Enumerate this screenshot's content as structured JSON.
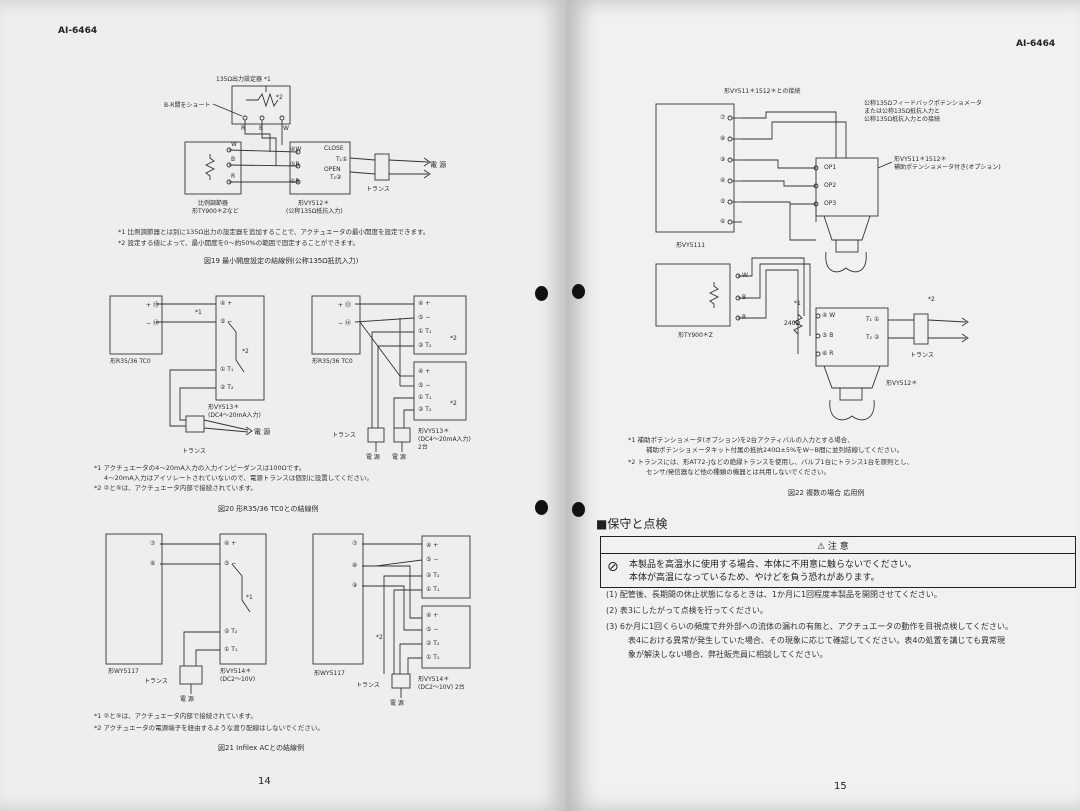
{
  "left_page": {
    "header": "AI-6464",
    "page_number": "14",
    "fig19": {
      "title_top": "135Ω出力設定器 *1",
      "short_label": "B-R間をショート",
      "star2": "*2",
      "rbw": [
        "R",
        "B",
        "W"
      ],
      "wbr": [
        "W",
        "B",
        "R"
      ],
      "close": "CLOSE",
      "open": "OPEN",
      "t1": "T₁①",
      "t2": "T₂②",
      "pins": [
        "④W",
        "⑤B",
        "⑥R"
      ],
      "power": "電 源",
      "trans": "トランス",
      "left_caption_1": "比例調節器",
      "left_caption_2": "形TY900＊Zなど",
      "right_caption_1": "形VY512＊",
      "right_caption_2": "(公称135Ω抵抗入力)",
      "note1": "*1  比例調節器とは別に135Ω出力の設定器を追加することで、アクチュエータの最小開度を設定できます。",
      "note2": "*2  設定する値によって、最小開度を0〜約50%の範囲で固定することができます。",
      "caption": "図19  最小開度設定の結線例(公称135Ω抵抗入力)"
    },
    "fig20": {
      "plus": "+ ⑬",
      "minus": "− ⑭",
      "plus_b": "+ ⑬",
      "minus_b": "− ⑭",
      "star1": "*1",
      "star2": "*2",
      "star2b": "*2",
      "star2c": "*2",
      "pin4": "④ +",
      "pin5": "⑤ −",
      "pin1": "① T₁",
      "pin2": "② T₂",
      "pin4b": "④ +",
      "pin5b": "⑤ −",
      "pin1b": "① T₁",
      "pin2b": "② T₂",
      "pin4c": "④ +",
      "pin5c": "⑤ −",
      "pin1c": "① T₁",
      "pin2c": "② T₂",
      "left_ctrl": "形R35/36 TC0",
      "right_ctrl": "形R35/36 TC0",
      "act1": "形VY513＊",
      "act1b": "(DC4〜20mA入力)",
      "act2": "形VY513＊",
      "act2b": "(DC4〜20mA入力)",
      "act2c": "2台",
      "power": "電 源",
      "power2": "電 源",
      "power3": "電 源",
      "trans": "トランス",
      "trans2": "トランス",
      "note1": "*1  アクチュエータの4〜20mA入力の入力インピーダンスは100Ωです。",
      "note1b": "4〜20mA入力はアイソレートされていないので、電源トランスは個別に設置してください。",
      "note2": "*2  ②と⑤は、アクチュエータ内部で接続されています。",
      "caption": "図20  形R35/36 TC0との結線例"
    },
    "fig21": {
      "left_pins": [
        "⑦",
        "⑧"
      ],
      "right_pins": [
        "⑦",
        "⑧",
        "⑨"
      ],
      "pin4": "④ +",
      "pin5": "⑤ −",
      "pin2": "② T₂",
      "pin1": "① T₁",
      "pin4b": "④ +",
      "pin5b": "⑤ −",
      "pin2b": "② T₂",
      "pin1b": "① T₁",
      "pin4c": "④ +",
      "pin5c": "⑤ −",
      "pin2c": "② T₂",
      "pin1c": "① T₁",
      "star1": "*1",
      "star2": "*2",
      "left_ctrl": "形WY5117",
      "right_ctrl": "形WY5117",
      "act": "形VY514＊",
      "act_b": "(DC2〜10V)",
      "act2": "形VY514＊",
      "act2b": "(DC2〜10V) 2台",
      "trans": "トランス",
      "trans2": "トランス",
      "power": "電 源",
      "power2": "電 源",
      "note1": "*1  ②と⑤は、アクチュエータ内部で接続されています。",
      "note2": "*2  アクチュエータの電源端子を経由するような渡り配線はしないでください。",
      "caption": "図21  Infilex ACとの結線例"
    }
  },
  "right_page": {
    "header": "AI-6464",
    "page_number": "15",
    "fig22": {
      "top_label": "形VY511＊1512＊との接続",
      "bracket_1": "公称135Ωフィードバックポテンショメータ",
      "bracket_2": "または公称135Ω抵抗入力と",
      "bracket_3": "公称135Ω抵抗入力との接続",
      "callout_1": "形VY511＊1512＊",
      "callout_2": "補助ポテンショメータ付き(オプション)",
      "op1": "OP1",
      "op2": "OP2",
      "op3": "OP3",
      "terminals": [
        "⑦",
        "⑧",
        "⑨",
        "④",
        "⑤",
        "⑥"
      ],
      "controller": "形VY5111",
      "tyw": "W",
      "tyb": "B",
      "tyr": "R",
      "ty_ctrl": "形TY900＊Z",
      "star1": "*1",
      "star2": "*2",
      "res": "240Ω",
      "w4": "④ W",
      "b5": "⑤ B",
      "r6": "⑥ R",
      "t1": "T₁ ①",
      "t2": "T₂ ②",
      "trans": "トランス",
      "act": "形VY512＊",
      "note1": "*1  補助ポテンショメータ(オプション)を2台アクティバルの入力とする場合、",
      "note1b": "補助ポテンショメータキット付属の抵抗240Ω±5%をW−B間に並列結線してください。",
      "note2": "*2  トランスには、形AT72-Jなどの絶縁トランスを使用し、バルブ1台にトランス1台を原則とし、",
      "note2b": "センサ/発信器など他の種類の機器とは共用しないでください。",
      "caption": "図22  複数の場合  応用例"
    },
    "section_title": "■保守と点検",
    "caution_title": "⚠  注  意",
    "caution_line1": "本製品を高温水に使用する場合、本体に不用意に触らないでください。",
    "caution_line2": "本体が高温になっているため、やけどを負う恐れがあります。",
    "item1": "(1)  配管後、長期間の休止状態になるときは、1か月に1回程度本製品を開閉させてください。",
    "item2": "(2)  表3にしたがって点検を行ってください。",
    "item3": "(3)  6か月に1回くらいの頻度で弁外部への流体の漏れの有無と、アクチュエータの動作を目視点検してください。",
    "item3b": "表4における異常が発生していた場合、その現象に応じて確認してください。表4の処置を講じても異常現",
    "item3c": "象が解決しない場合、弊社販売員に相談してください。"
  }
}
